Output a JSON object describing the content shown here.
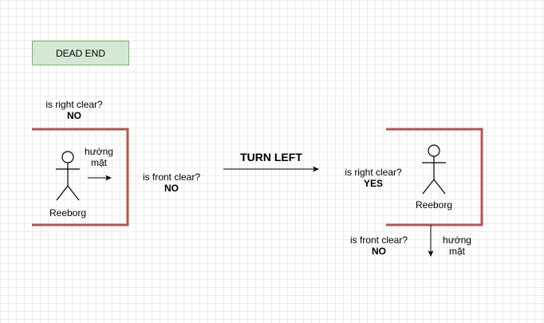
{
  "badge": {
    "text": "DEAD END",
    "fill": "#d5e8d4",
    "stroke": "#82b366"
  },
  "colors": {
    "wall": "#b85450",
    "line": "#000000"
  },
  "left_panel": {
    "right_question": "is right clear?",
    "right_answer": "NO",
    "facing_line1": "hướng",
    "facing_line2": "mặt",
    "robot_name": "Reeborg",
    "front_question": "is front clear?",
    "front_answer": "NO"
  },
  "transition": {
    "label": "TURN LEFT"
  },
  "right_panel": {
    "right_question": "is right clear?",
    "right_answer": "YES",
    "robot_name": "Reeborg",
    "front_question": "is front clear?",
    "front_answer": "NO",
    "facing_line1": "hướng",
    "facing_line2": "mặt"
  }
}
